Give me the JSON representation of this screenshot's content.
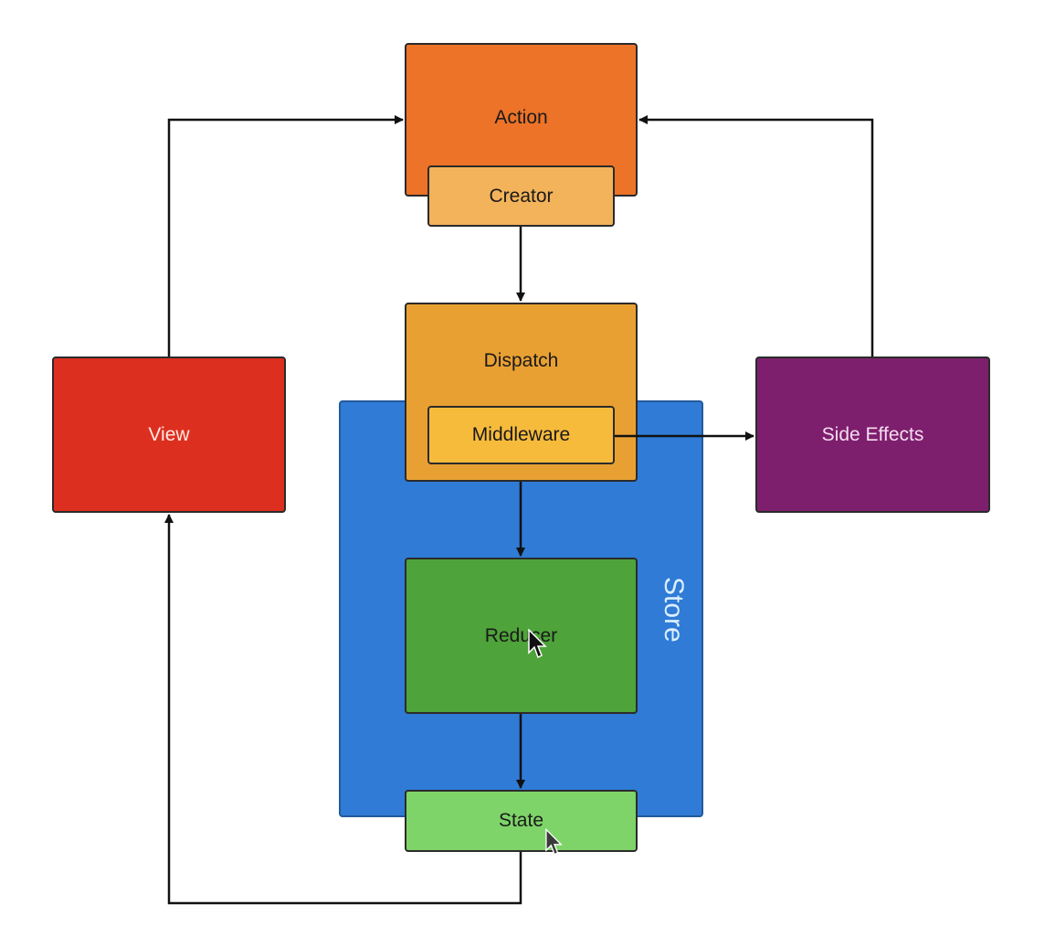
{
  "diagram": {
    "nodes": {
      "action": "Action",
      "creator": "Creator",
      "dispatch": "Dispatch",
      "middleware": "Middleware",
      "store": "Store",
      "reducer": "Reducer",
      "state": "State",
      "view": "View",
      "side_effects": "Side Effects"
    },
    "edges": [
      {
        "from": "Creator",
        "to": "Dispatch"
      },
      {
        "from": "Dispatch",
        "to": "Reducer"
      },
      {
        "from": "Reducer",
        "to": "State"
      },
      {
        "from": "State",
        "to": "View"
      },
      {
        "from": "View",
        "to": "Action"
      },
      {
        "from": "Middleware",
        "to": "Side Effects"
      },
      {
        "from": "Side Effects",
        "to": "Action"
      }
    ],
    "colors": {
      "action": "#ec7328",
      "creator": "#f3b35a",
      "dispatch": "#e8a032",
      "middleware": "#f7bb3c",
      "store": "#2f7bd6",
      "reducer": "#4ea33a",
      "state": "#7ed468",
      "view": "#dd2f1f",
      "side_effects": "#7e1f6e"
    },
    "icons": [
      "mouse-cursor-icon",
      "mouse-cursor-icon"
    ]
  }
}
